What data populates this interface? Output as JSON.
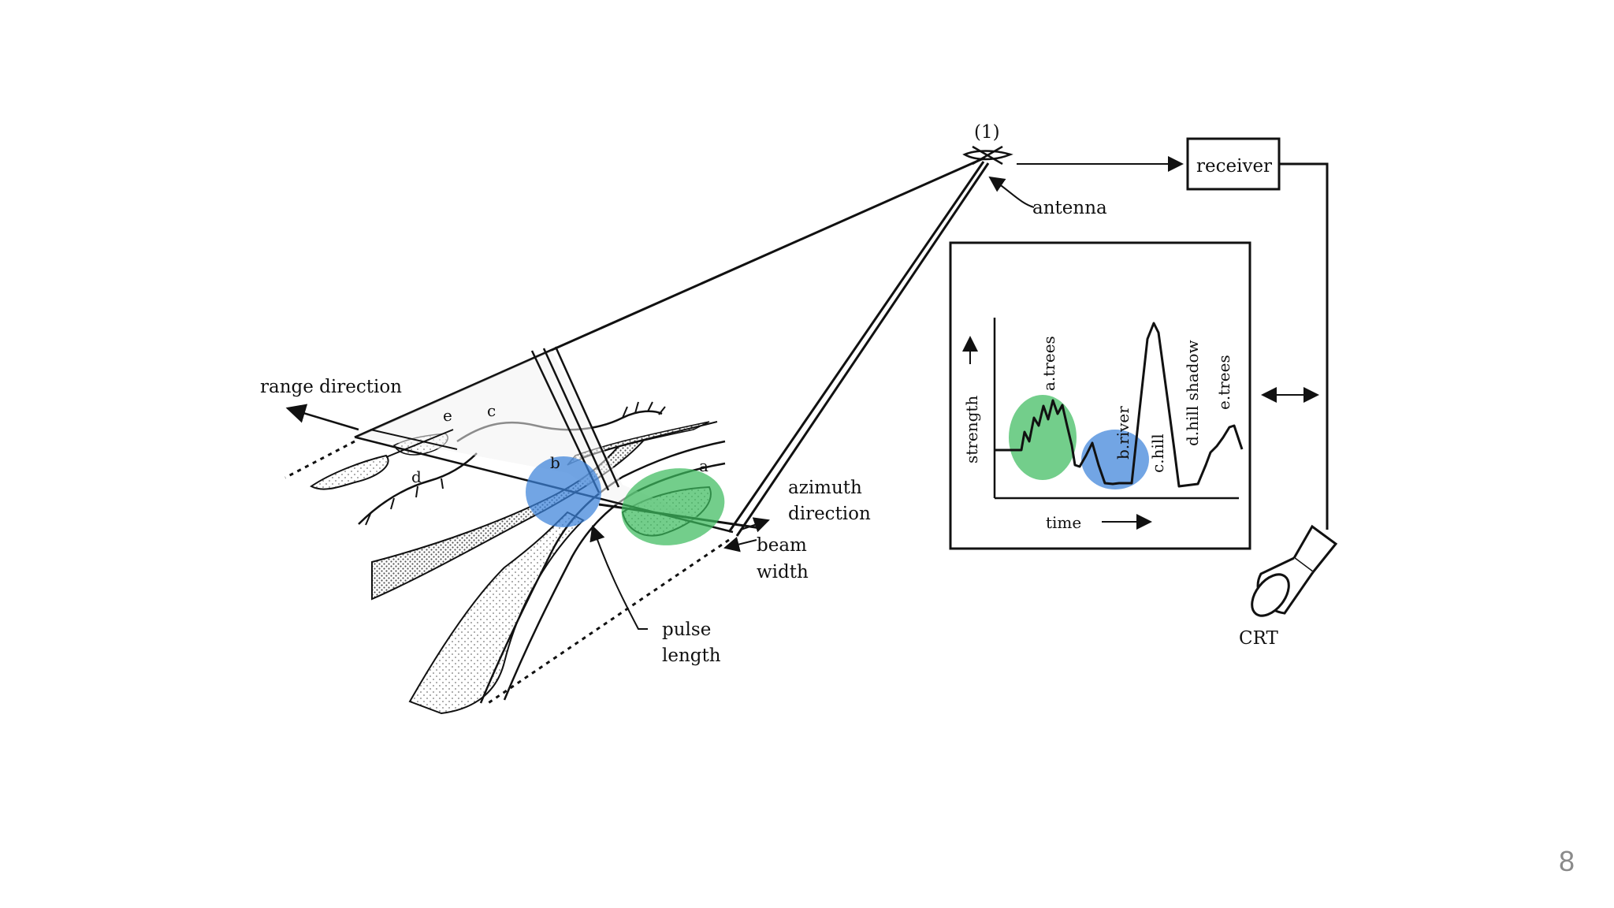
{
  "slide": {
    "page_number": "8"
  },
  "labels": {
    "antenna_id": "(1)",
    "antenna": "antenna",
    "receiver": "receiver",
    "range_direction": "range direction",
    "azimuth_line1": "azimuth",
    "azimuth_line2": "direction",
    "beam_line1": "beam",
    "beam_line2": "width",
    "pulse_line1": "pulse",
    "pulse_line2": "length",
    "crt": "CRT",
    "terrain_a": "a",
    "terrain_b": "b",
    "terrain_c": "c",
    "terrain_d": "d",
    "terrain_e": "e"
  },
  "signal_plot": {
    "ylabel": "strength",
    "xlabel": "time",
    "features": [
      "a.trees",
      "b.river",
      "c.hill",
      "d.hill shadow",
      "e.trees"
    ]
  },
  "colors": {
    "trees_highlight": "#3dbb5e",
    "river_highlight": "#3b82d9",
    "line": "#111111",
    "page_number": "#8a8a8a"
  }
}
